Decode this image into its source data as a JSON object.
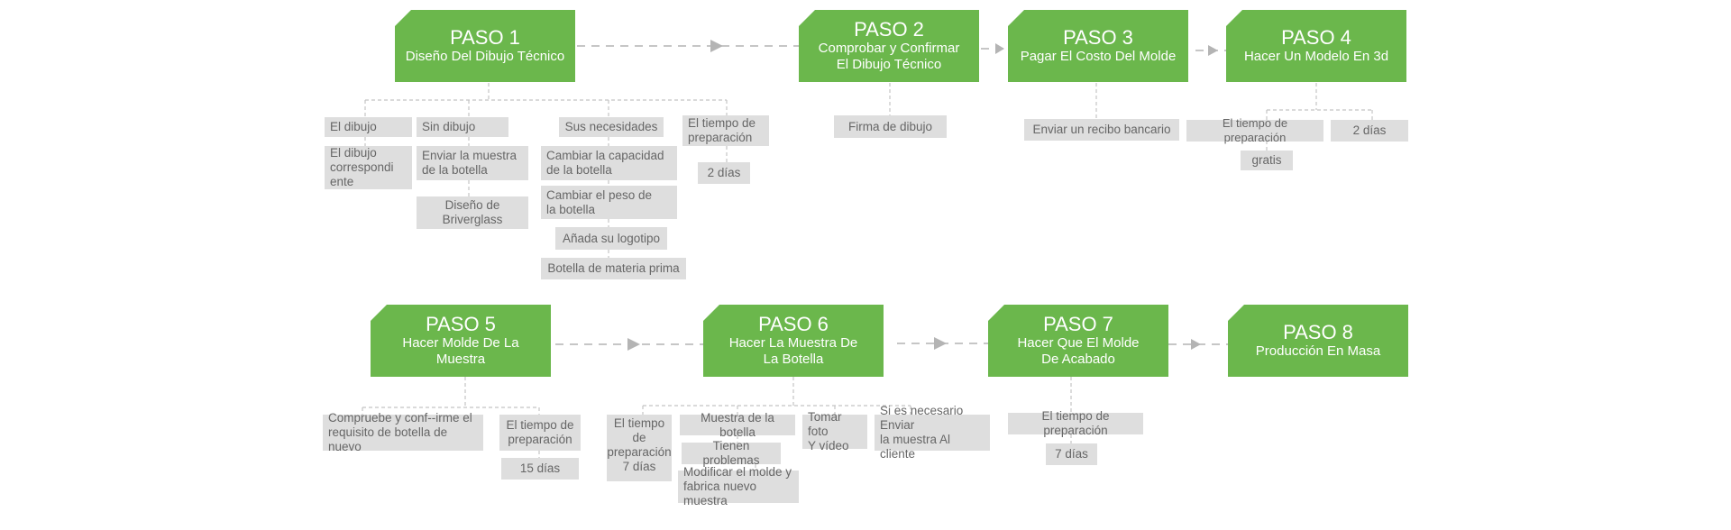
{
  "colors": {
    "step_green": "#6bb74c",
    "detail_gray": "#dedede",
    "connector_gray": "#b4b4b4"
  },
  "steps": [
    {
      "title": "PASO 1",
      "sub": "Diseño Del Dibujo Técnico"
    },
    {
      "title": "PASO 2",
      "sub": "Comprobar y Confirmar\nEl Dibujo Técnico"
    },
    {
      "title": "PASO 3",
      "sub": "Pagar El Costo Del Molde"
    },
    {
      "title": "PASO 4",
      "sub": "Hacer Un Modelo En 3d"
    },
    {
      "title": "PASO 5",
      "sub": "Hacer Molde De La\nMuestra"
    },
    {
      "title": "PASO 6",
      "sub": "Hacer La Muestra De\nLa Botella"
    },
    {
      "title": "PASO 7",
      "sub": "Hacer Que El Molde\nDe Acabado"
    },
    {
      "title": "PASO 8",
      "sub": "Producción En Masa"
    }
  ],
  "details": {
    "p1": {
      "el_dibujo": "El dibujo",
      "el_dibujo_corr": "El dibujo\ncorrespondi\nente",
      "sin_dibujo": "Sin dibujo",
      "enviar_muestra": "Enviar la muestra\nde la botella",
      "diseno_briverglass": "Diseño de\nBriverglass",
      "sus_necesidades": "Sus necesidades",
      "cambiar_capacidad": "Cambiar la capacidad\nde la botella",
      "cambiar_peso": "Cambiar el peso de\nla botella",
      "anada_logotipo": "Añada su logotipo",
      "botella_materia": "Botella de materia prima",
      "tiempo": "El tiempo de\npreparación",
      "dias": "2 días"
    },
    "p2": {
      "firma": "Firma de dibujo"
    },
    "p3": {
      "recibo": "Enviar un recibo bancario"
    },
    "p4": {
      "tiempo": "El tiempo de preparación",
      "dias": "2 días",
      "gratis": "gratis"
    },
    "p5": {
      "compruebe": "Compruebe y conf--irme el\nrequisito de botella de nuevo",
      "tiempo": "El tiempo de\npreparación",
      "dias": "15 días"
    },
    "p6": {
      "tiempo": "El tiempo de\npreparación\n7 días",
      "muestra": "Muestra de la botella",
      "problemas": "Tienen problemas",
      "modificar": "Modificar el molde y\nfabrica nuevo muestra",
      "foto": "Tomar foto\nY vídeo",
      "enviar_cliente": "Si es necesario Enviar\nla muestra Al cliente"
    },
    "p7": {
      "tiempo": "El tiempo de preparación",
      "dias": "7 días"
    }
  }
}
